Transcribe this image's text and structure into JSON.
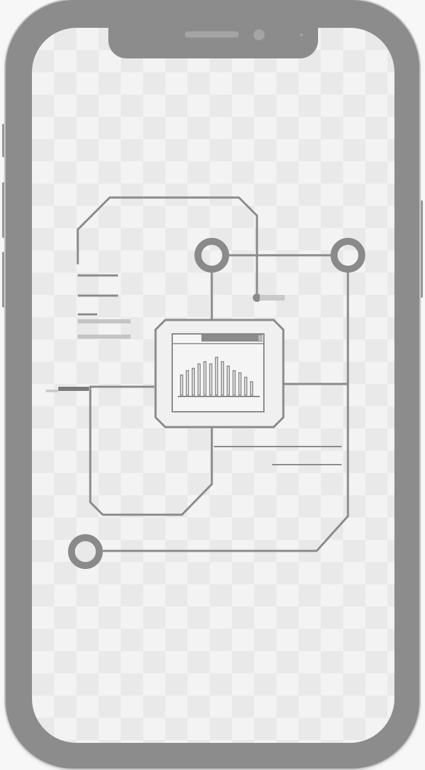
{
  "device": {
    "frame_color": "#8c8c8c",
    "screen_color": "#f3f3f3",
    "line_color": "#8a8a8a"
  },
  "illustration": {
    "icon": "circuit-chart-icon",
    "nodes": [
      "node-top-left",
      "node-top-right",
      "node-bottom-left"
    ],
    "chart_bars": [
      0.45,
      0.55,
      0.6,
      0.7,
      0.75,
      0.7,
      0.85,
      0.75,
      0.65,
      0.55,
      0.5,
      0.4,
      0.3
    ]
  }
}
